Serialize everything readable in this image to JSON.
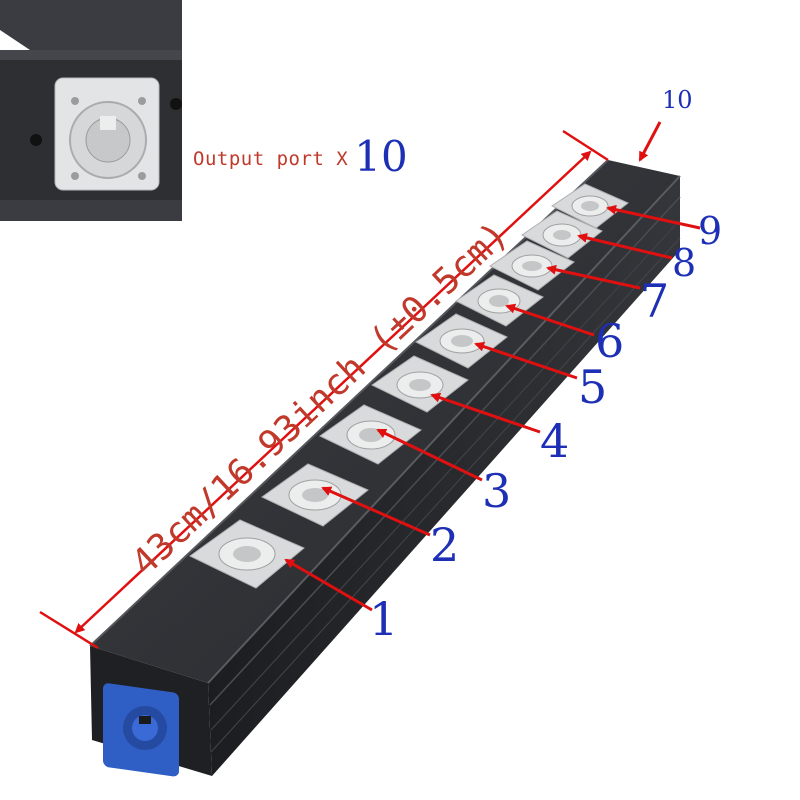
{
  "inset": {
    "caption_text": "Output port X",
    "caption_count": "10"
  },
  "top_label": "10",
  "dimension_label": "43cm/16.93inch (±0.5cm)",
  "ports": [
    "1",
    "2",
    "3",
    "4",
    "5",
    "6",
    "7",
    "8",
    "9"
  ],
  "colors": {
    "label_blue": "#1d2fb5",
    "arrow_red": "#e01010",
    "housing": "#2b2d31",
    "connector_grey": "#d9dadb",
    "input_connector_blue": "#2f5ec4"
  }
}
